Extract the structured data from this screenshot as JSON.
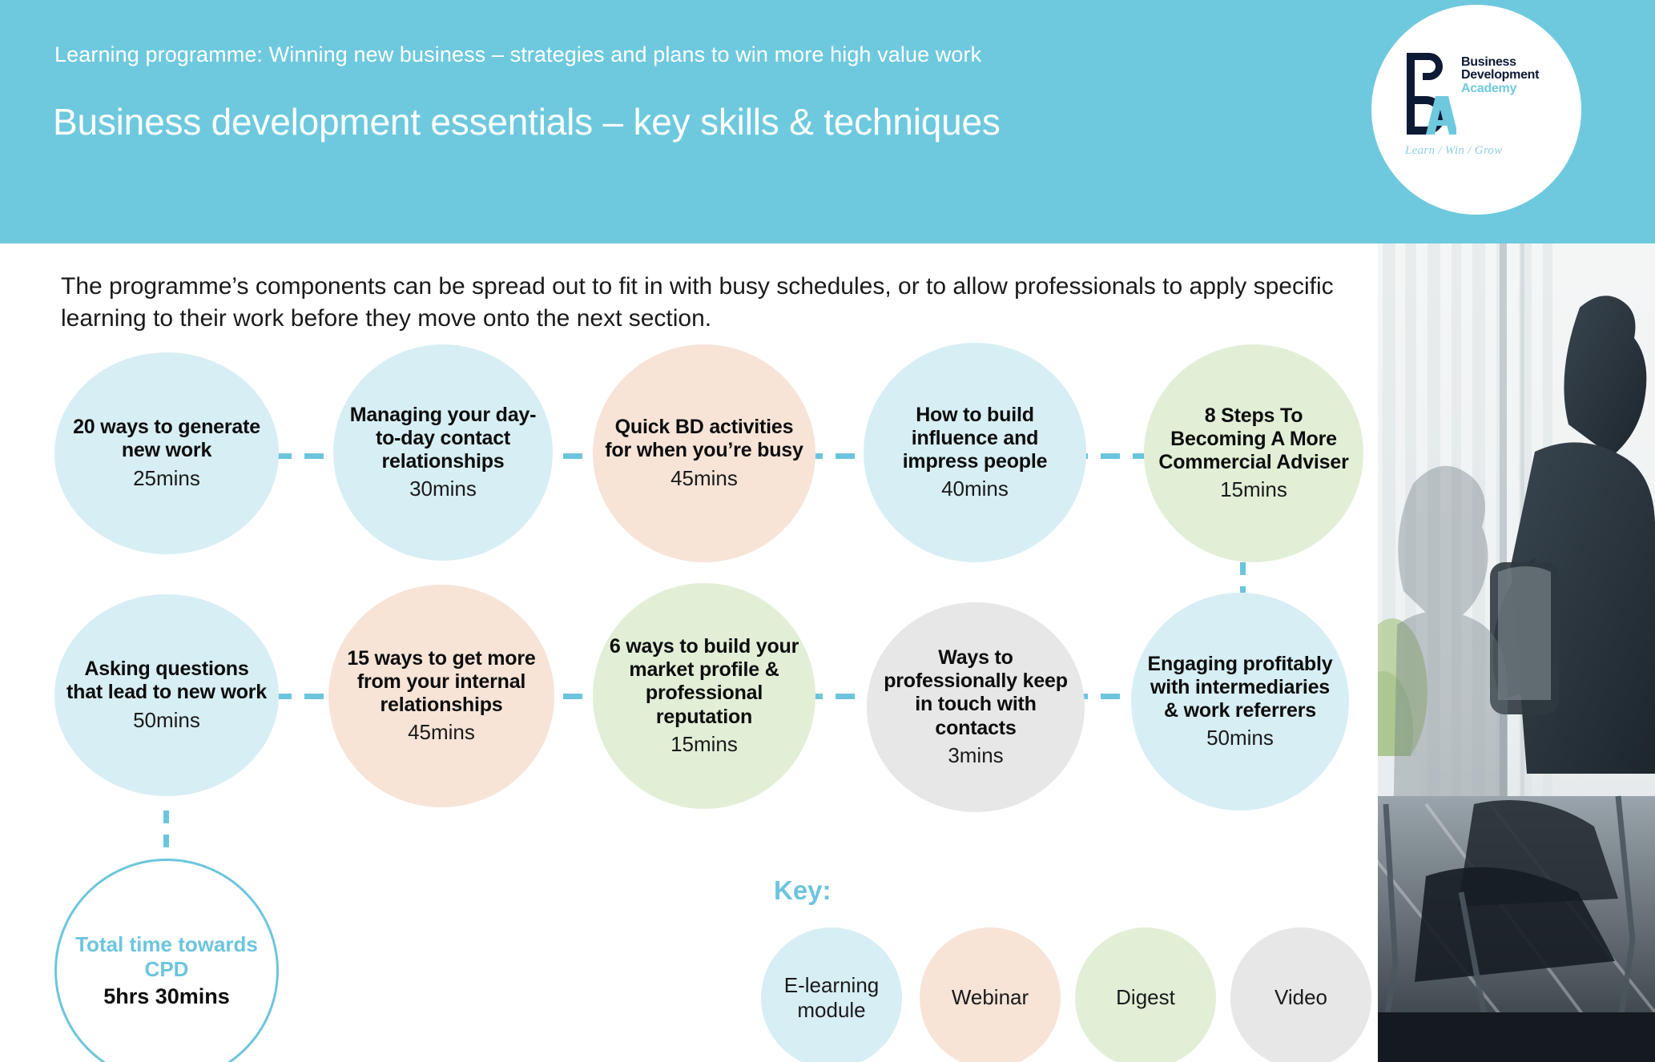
{
  "header": {
    "eyebrow": "Learning programme: Winning new business – strategies and plans to win more high value work",
    "title": "Business development essentials – key skills & techniques",
    "background_color": "#6ec9de"
  },
  "logo": {
    "mark_letters": "BDA",
    "line1": "Business",
    "line2": "Development",
    "line3": "Academy",
    "tagline": "Learn / Win / Grow",
    "dark_color": "#0d1a34",
    "accent_color": "#6ec9de"
  },
  "intro": {
    "text": "The programme’s components can be spread out to fit in with busy schedules, or to allow professionals to apply specific learning to their work before they move onto the next section."
  },
  "colors": {
    "e_learning": "#d7eef4",
    "webinar": "#f7e4d7",
    "digest": "#e2efd6",
    "video": "#e7e7e7",
    "connector": "#6cc5dd",
    "accent": "#6cc5dd"
  },
  "nodes": {
    "row1": [
      {
        "title": "20 ways to generate new work",
        "duration": "25mins",
        "type": "e_learning"
      },
      {
        "title": "Managing your day-to-day contact relationships",
        "duration": "30mins",
        "type": "e_learning"
      },
      {
        "title": "Quick BD activities for when you’re busy",
        "duration": "45mins",
        "type": "webinar"
      },
      {
        "title": "How to build influence and impress people",
        "duration": "40mins",
        "type": "e_learning"
      },
      {
        "title": "8 Steps To Becoming A More Commercial Adviser",
        "duration": "15mins",
        "type": "digest"
      }
    ],
    "row2": [
      {
        "title": "Asking questions that lead to new work",
        "duration": "50mins",
        "type": "e_learning"
      },
      {
        "title": "15 ways to get more from your internal relationships",
        "duration": "45mins",
        "type": "webinar"
      },
      {
        "title": "6 ways to build your market profile & professional reputation",
        "duration": "15mins",
        "type": "digest"
      },
      {
        "title": "Ways to professionally keep in touch with contacts",
        "duration": "3mins",
        "type": "video"
      },
      {
        "title": "Engaging profitably with intermediaries & work referrers",
        "duration": "50mins",
        "type": "e_learning"
      }
    ]
  },
  "total": {
    "label": "Total time towards CPD",
    "value": "5hrs 30mins"
  },
  "key": {
    "label": "Key:",
    "items": [
      {
        "label": "E-learning module",
        "type": "e_learning"
      },
      {
        "label": "Webinar",
        "type": "webinar"
      },
      {
        "label": "Digest",
        "type": "digest"
      },
      {
        "label": "Video",
        "type": "video"
      }
    ]
  }
}
